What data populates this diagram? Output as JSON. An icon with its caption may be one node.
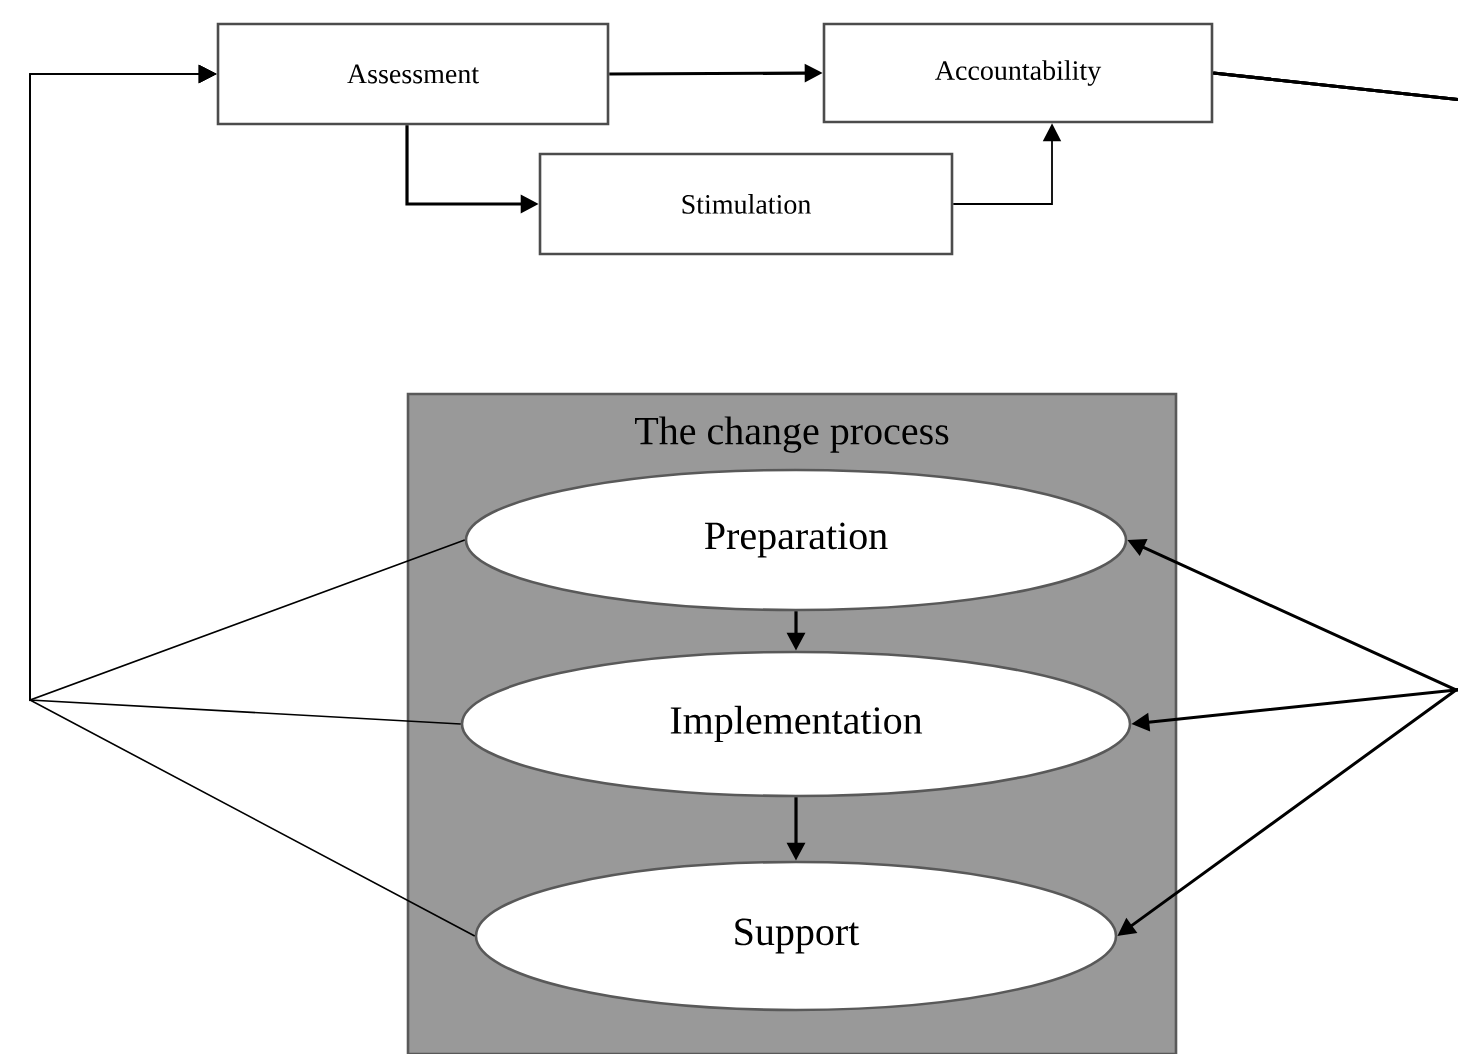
{
  "diagram": {
    "nodes": [
      {
        "text": [
          "Assessment"
        ]
      },
      {
        "text": [
          "Accountability"
        ]
      },
      {
        "text": [
          "Stimulation"
        ]
      },
      {
        "text": [
          "The change process"
        ]
      },
      {
        "text": [
          "Preparation"
        ],
        "in": 3
      },
      {
        "text": [
          "Implementation"
        ],
        "in": 3
      },
      {
        "text": [
          "Support"
        ],
        "in": 3
      }
    ],
    "edges": [
      {
        "from": 0,
        "to": 1,
        "arrow": "to"
      },
      {
        "from": 0,
        "to": 2,
        "arrow": "to"
      },
      {
        "from": 2,
        "to": 1,
        "arrow": "to"
      },
      {
        "from": 4,
        "to": 5,
        "arrow": "to"
      },
      {
        "from": 5,
        "to": 6,
        "arrow": "to"
      },
      {
        "from": 4,
        "to": 0,
        "arrow": "to"
      },
      {
        "from": 5,
        "to": 0,
        "arrow": "to"
      },
      {
        "from": 6,
        "to": 0,
        "arrow": "to"
      },
      {
        "from": 1,
        "to": 4,
        "arrow": "to"
      },
      {
        "from": 1,
        "to": 5,
        "arrow": "to"
      },
      {
        "from": 1,
        "to": 6,
        "arrow": "to"
      }
    ]
  }
}
